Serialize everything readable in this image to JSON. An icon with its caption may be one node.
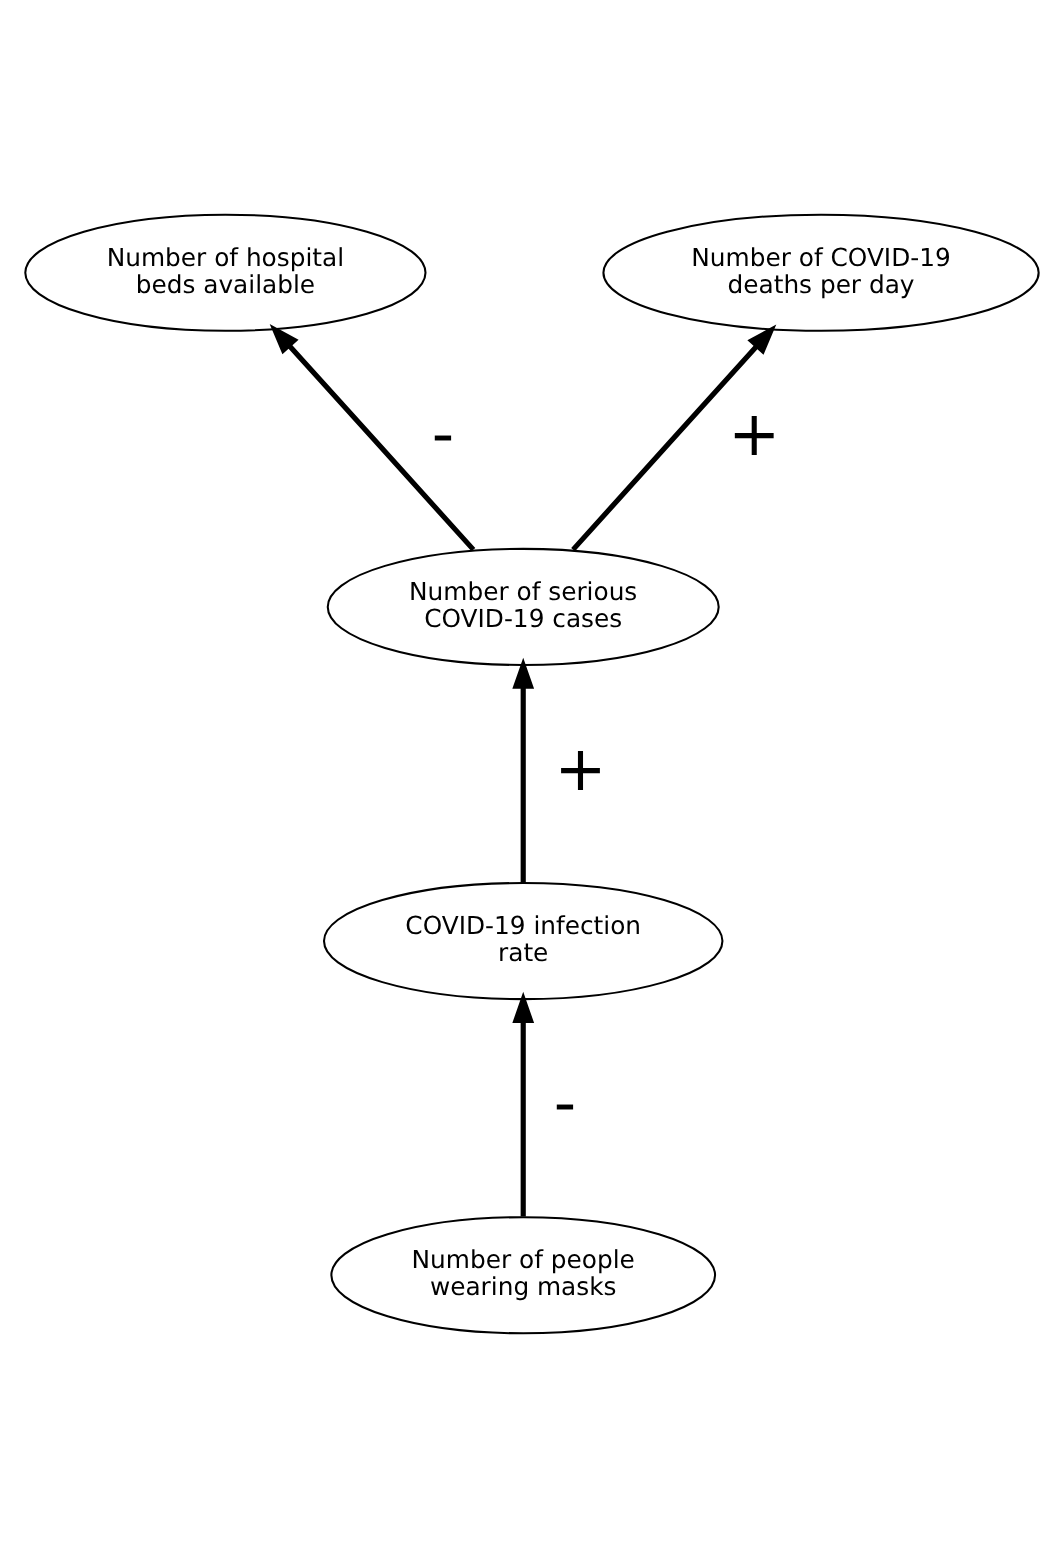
{
  "diagram": {
    "nodes": [
      {
        "text": [
          "Number of hospital beds available"
        ]
      },
      {
        "text": [
          "Number of COVID-19 deaths per day"
        ]
      },
      {
        "text": [
          "Number of serious COVID-19 cases"
        ]
      },
      {
        "text": [
          "COVID-19 infection rate"
        ]
      },
      {
        "text": [
          "Number of people wearing masks"
        ]
      }
    ],
    "edges": [
      {
        "from": 4,
        "to": 3,
        "arrow": "to",
        "label": "-"
      },
      {
        "from": 3,
        "to": 2,
        "arrow": "to",
        "label": "+"
      },
      {
        "from": 2,
        "to": 0,
        "arrow": "to",
        "label": "-"
      },
      {
        "from": 2,
        "to": 1,
        "arrow": "to",
        "label": "+"
      }
    ]
  }
}
